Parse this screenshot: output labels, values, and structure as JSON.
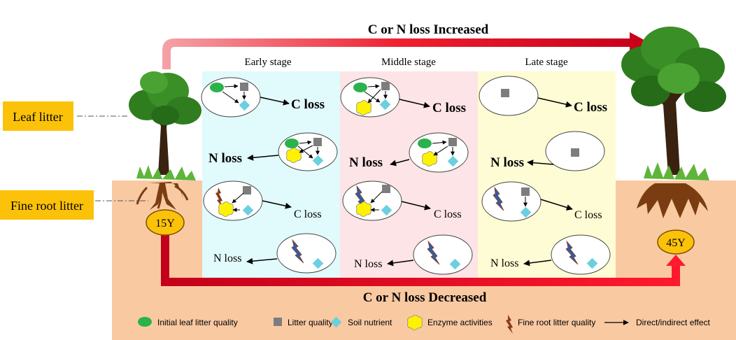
{
  "top_arrow_label": "C or N loss Increased",
  "bottom_arrow_label": "C or N loss Decreased",
  "stages": [
    "Early stage",
    "Middle stage",
    "Late stage"
  ],
  "side_labels": {
    "leaf": "Leaf litter",
    "root": "Fine root litter"
  },
  "ages": {
    "start": "15Y",
    "end": "45Y"
  },
  "loss_labels": {
    "c_loss": "C loss",
    "n_loss": "N loss"
  },
  "legend": [
    {
      "icon": "green-leaf-oval-icon",
      "label": "Initial leaf litter quality"
    },
    {
      "icon": "grey-square-icon",
      "label": "Litter quality"
    },
    {
      "icon": "blue-diamond-icon",
      "label": "Soil nutrient"
    },
    {
      "icon": "yellow-blob-icon",
      "label": "Enzyme activities"
    },
    {
      "icon": "brown-root-icon",
      "label": "Fine root litter quality"
    },
    {
      "icon": "arrow-icon",
      "label": "Direct/indirect effect"
    }
  ],
  "colors": {
    "soil": "#f9c9a2",
    "early_bg": "#e1fafc",
    "middle_bg": "#fde4e6",
    "late_bg": "#fefcd4",
    "label_box": "#fcc20a",
    "arrow_red": "#e8001d",
    "leaf_green": "#2bb24c",
    "square_grey": "#7d7d7d",
    "diamond_blue": "#6ccfe0",
    "enzyme_yellow": "#fff200",
    "root_blue": "#2f5da8"
  }
}
